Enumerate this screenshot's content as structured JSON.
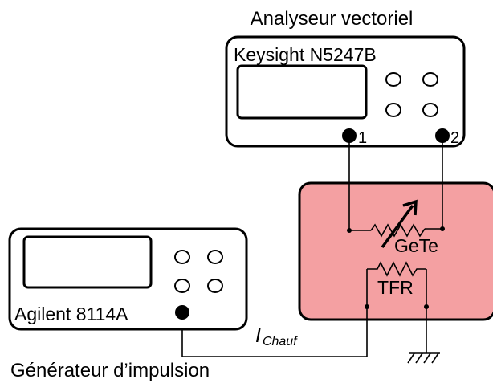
{
  "vna": {
    "caption": "Analyseur vectoriel",
    "model": "Keysight N5247B",
    "port1": "1",
    "port2": "2"
  },
  "generator": {
    "caption": "Générateur d’impulsion",
    "model": "Agilent 8114A"
  },
  "device": {
    "fill_color": "#f4a0a2",
    "gete_label": "GeTe",
    "tfr_label": "TFR"
  },
  "current": {
    "symbol": "I",
    "subscript": "Chauf"
  }
}
